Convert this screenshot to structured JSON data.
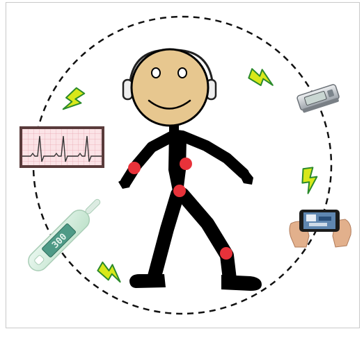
{
  "figure": {
    "background": "#ffffff",
    "frame_border_color": "#c9c9c9",
    "ring_style": "dashed",
    "colors": {
      "skin": "#e7c78f",
      "body": "#000000",
      "sensor": "#e8323a",
      "bolt_fill": "#d8e81a",
      "bolt_outline": "#2b8a2b",
      "ecg_bg": "#fbe3e6",
      "ecg_grid": "#e9a5b0",
      "ecg_trace": "#333333"
    },
    "thermometer_readout": "300",
    "elements": [
      "person",
      "body-sensor-nodes",
      "ecg-monitor",
      "digital-thermometer",
      "wearable-device",
      "smartphone",
      "wireless-signals"
    ]
  }
}
